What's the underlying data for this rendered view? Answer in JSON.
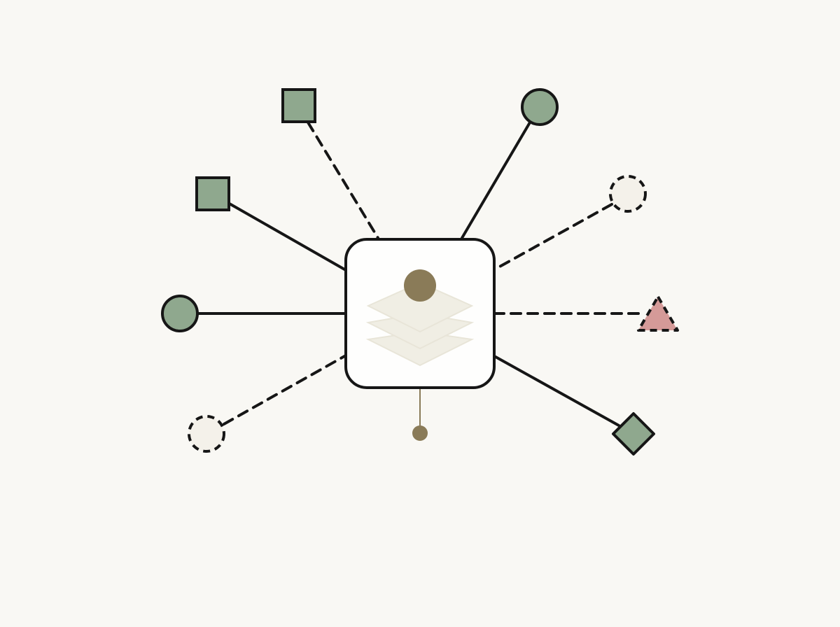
{
  "colors": {
    "background": "#f9f8f4",
    "stroke": "#161616",
    "node_fill_active": "#8fa88e",
    "node_fill_inactive": "#f4f1ea",
    "node_fill_alert": "#d59a98",
    "hub_fill": "#fefefd",
    "hub_dot": "#8a7b58",
    "hub_layers": "#f0eee4",
    "hub_layers_stroke": "#e8e5d8"
  },
  "hub": {
    "icon": "stacked-layers-with-dot-icon"
  },
  "nodes": [
    {
      "id": "node-upper-left-square",
      "shape": "square",
      "state": "active",
      "link": "dashed"
    },
    {
      "id": "node-left-square",
      "shape": "square",
      "state": "active",
      "link": "solid"
    },
    {
      "id": "node-left-circle",
      "shape": "circle",
      "state": "active",
      "link": "solid"
    },
    {
      "id": "node-lower-left-circle",
      "shape": "circle",
      "state": "inactive",
      "link": "dashed"
    },
    {
      "id": "node-top-right-circle",
      "shape": "circle",
      "state": "active",
      "link": "solid"
    },
    {
      "id": "node-right-circle",
      "shape": "circle",
      "state": "inactive",
      "link": "dashed"
    },
    {
      "id": "node-right-triangle",
      "shape": "triangle",
      "state": "alert",
      "link": "dashed"
    },
    {
      "id": "node-lower-right-diamond",
      "shape": "diamond",
      "state": "active",
      "link": "solid"
    },
    {
      "id": "node-bottom-dot",
      "shape": "dot",
      "state": "active",
      "link": "thin"
    }
  ]
}
